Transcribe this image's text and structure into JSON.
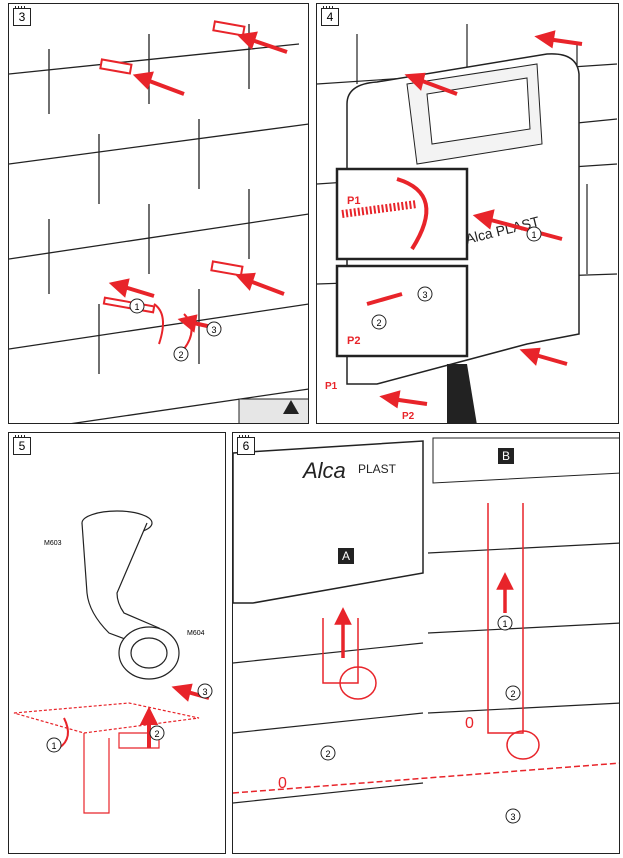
{
  "panels": [
    {
      "number": "3"
    },
    {
      "number": "4"
    },
    {
      "number": "5"
    },
    {
      "number": "6"
    }
  ],
  "panel4": {
    "label_p1": "P1",
    "label_p2": "P2",
    "brand": "Alca PLAST",
    "arrow_label_p1": "P1",
    "arrow_label_p2": "P2"
  },
  "panel5": {
    "part_top": "M603",
    "part_bottom": "M604"
  },
  "panel6": {
    "brand": "Alca",
    "brand_suffix": "PLAST",
    "variant_a": "A",
    "variant_b": "B",
    "zero_mark": "0"
  },
  "callouts": {
    "one": "1",
    "two": "2",
    "three": "3"
  },
  "colors": {
    "accent": "#e8242a",
    "line": "#222222",
    "shade": "#e6e6e6"
  }
}
